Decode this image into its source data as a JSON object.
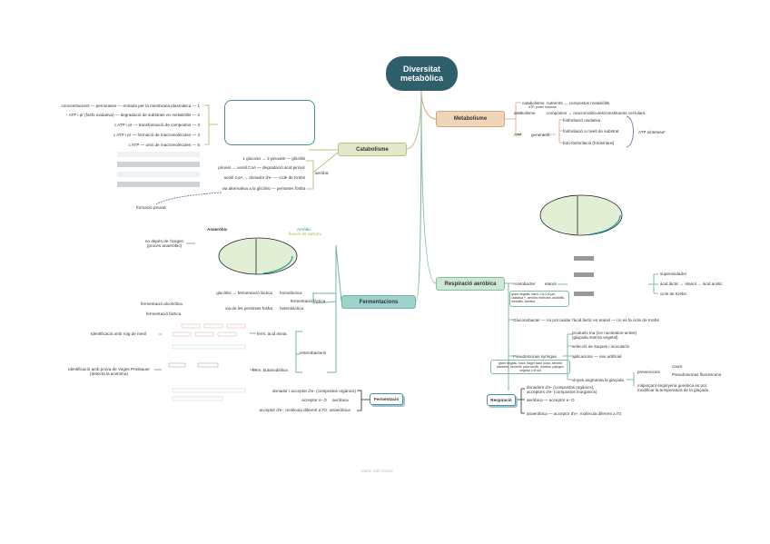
{
  "central": {
    "title_line1": "Diversitat",
    "title_line2": "metabòlica"
  },
  "metabolisme": {
    "label": "Metabolisme",
    "catabolisme": "catabolisme",
    "catabolisme_desc": "nutrients → compostos metabòlits",
    "atp_note": "ATP, poder reductor",
    "anabolisme": "anabolisme",
    "anabolisme_desc": "compostos → macromolècules/constituents cel·lulars",
    "atp": "ATP",
    "generacio": "generació",
    "gen_items": [
      "fosforilació oxidativa",
      "fosforilació a nivell de substrat",
      "foto-fosforilació (fotosíntesi)"
    ],
    "atp_sintetasa": "ATP sintetasa*"
  },
  "catabolisme": {
    "label": "Catabolisme",
    "left_rows": [
      {
        "a": "concentracions",
        "b": "permeases",
        "c": "entrada per la membrana plasmàtica",
        "n": "1"
      },
      {
        "a": "↑ ATP i pr (fosfo oxidativa)",
        "b": "",
        "c": "degradació de substrats en metabòlits",
        "n": "2"
      },
      {
        "a": "c ATP i pr",
        "b": "",
        "c": "transformació de compostos",
        "n": "3"
      },
      {
        "a": "c ATP i pr",
        "b": "",
        "c": "formació de macromolècules",
        "n": "4"
      },
      {
        "a": "c ATP",
        "b": "",
        "c": "unió de macromolècules",
        "n": "5"
      }
    ],
    "right_rows": [
      {
        "a": "1 glucosa → 2 piruvats",
        "b": "glicòlisi"
      },
      {
        "a": "piruvat → acetil CoA",
        "b": "degradació àcid pirúvic"
      },
      {
        "a": "acetil CoA → donador d'e-",
        "b": "cicle de Krebs"
      },
      {
        "a": "via alternativa a la glicòlisi",
        "b": "pentoses fosfat"
      }
    ],
    "aerobic": "aeròbic",
    "formacio_piruvat": "formació piruvat"
  },
  "fermentacions": {
    "label": "Fermentacions",
    "no_depen": "no depèn de l'oxigen (procés anaeròbic)",
    "anaerobic_title": "Anaeròbic",
    "aerobic_title": "Aeròbic",
    "aerobic_sub": "fixació de carboni",
    "lactica": "fermentació làctica",
    "homolactica": "homolàctica",
    "homo_desc": "glucòlisi → fermentació làctica",
    "heterolactica": "heterolàctica",
    "hetero_desc": "via de les pentoses fosfat",
    "alcoholica": "fermentació alcohòlica",
    "lactica2": "fermentació làctica",
    "enterobacteris": "enterobacteris",
    "acid_mixta": "ferm. àcid mixta",
    "roig_metil": "Identificació amb roig de metil",
    "butanodiolica": "ferm. butanodiòlica",
    "voges": "Identificació amb prova de Voges Proskauer (detecta la acetoïna)"
  },
  "fermentacio_box": {
    "label": "Fermentació",
    "rows": [
      "donador i acceptor d'e- (compostos orgànics)",
      "acceptor e- O",
      "acceptor d'e-: molècula diferent a l'O"
    ],
    "tags": [
      "",
      "aeròbica",
      "anaeròbica"
    ]
  },
  "respiracio_aerobica": {
    "label": "Respiració aeròbica",
    "acetobacter": "Acetobacter",
    "etanol": "etanol",
    "aceto_desc": "gram negatiu, bacil, 0,6-0,8 μm, catalasa +, aeròbic estrictes, acidòfils, mesòfils, Acetica",
    "aceto_right": [
      "superoxidador",
      "àcid làctic → etanol → àcid acètic",
      "cicle de Krebs"
    ],
    "gluconobacter": "Gluconobacter",
    "glucono_desc": "no pot oxidar l'àcid làctic en etanol",
    "glucono_krebs": "no es fa cicle de Krebs",
    "pseudomonas": "Pseudomonas syringae",
    "pseudo_desc": "gram negatiu, bacil, flagel·lació polar, aeròbic estrictes, neutròfil, psicrotròfic, Acetica, patogen vegetal o el sòl",
    "pseudo_items": [
      "produeix Ina (ice nucleation-active) (glaçada interna vegetal)",
      "selecció de soques i inoculació",
      "aplicacions",
      "vinyes augmenta la glaçada"
    ],
    "neu": "neu artificial",
    "prevencions": "prevencions",
    "prev_items": [
      "coure",
      "Pseudomonas fluorescens"
    ],
    "mitjancant": "mitjançant enginyeria genètica es pot modificar la temperatura de la glaçada"
  },
  "respiracio_box": {
    "label": "Respiració",
    "rows": [
      "donadors d'e- (compostos orgànics), acceptors d'e- (compostos inorgànics)",
      "aeròbica",
      "anaeròbica"
    ],
    "rows_desc": [
      "",
      "acceptor e- O",
      "acceptor d'e-: molècula diferent a l'O"
    ]
  },
  "footer": "Made with Xmind",
  "colors": {
    "central": "#2f5f6a",
    "metabolisme": "#efd5ba",
    "catabolisme": "#e2e9c9",
    "fermentacions": "#9fd2cb",
    "respiracio": "#cfe8d6",
    "highlight_red": "#d9221c"
  }
}
